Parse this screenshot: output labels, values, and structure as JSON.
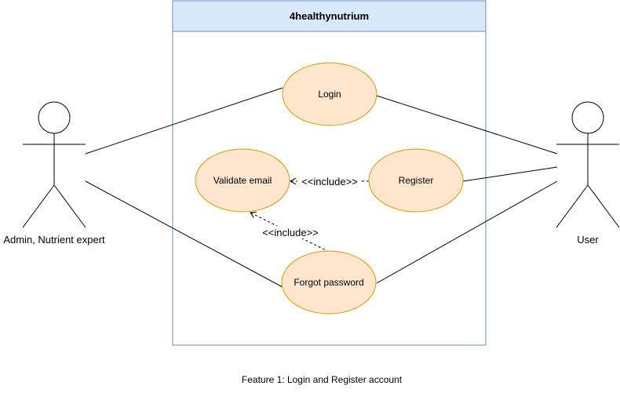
{
  "system": {
    "title": "4healthynutrium"
  },
  "actors": {
    "admin": "Admin, Nutrient expert",
    "user": "User"
  },
  "use_cases": {
    "login": "Login",
    "validate_email": "Validate email",
    "register": "Register",
    "forgot_password": "Forgot password"
  },
  "relations": {
    "include_register": "<<include>>",
    "include_forgot": "<<include>>"
  },
  "caption": "Feature 1: Login and Register account",
  "colors": {
    "system_header_fill": "#dae8fc",
    "system_border": "#6c8ebf",
    "use_case_fill": "#ffe6cc",
    "use_case_border": "#d79b00",
    "line": "#000000"
  }
}
